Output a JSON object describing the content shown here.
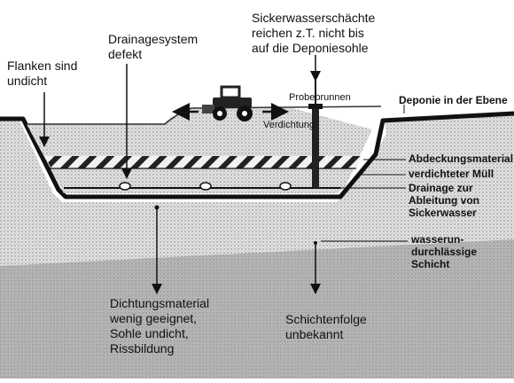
{
  "labels": {
    "sickerwasser": [
      "Sickerwasserschächte",
      "reichen z.T. nicht bis",
      "auf die Deponiesohle"
    ],
    "drainagesystem": [
      "Drainagesystem",
      "defekt"
    ],
    "flanken": [
      "Flanken sind",
      "undicht"
    ],
    "probebrunnen": "Probebrunnen",
    "deponie_ebene": "Deponie in der Ebene",
    "verdichtung": "Verdichtung",
    "abdeckungsmaterial": "Abdeckungsmaterial",
    "verdichteter_muell": "verdichteter Müll",
    "drainage": [
      "Drainage zur",
      "Ableitung von",
      "Sickerwasser"
    ],
    "schicht": [
      "wasserun-",
      "durchlässige",
      "Schicht"
    ],
    "dichtungsmaterial": [
      "Dichtungsmaterial",
      "wenig geeignet,",
      "Sohle undicht,",
      "Rissbildung"
    ],
    "schichtenfolge": [
      "Schichtenfolge",
      "unbekannt"
    ]
  },
  "colors": {
    "ink": "#111111",
    "dense_soil": "#9a9a9a",
    "light_soil": "#d9d9d9",
    "waste_fill": "#eeeeee",
    "stripe": "#222222"
  }
}
